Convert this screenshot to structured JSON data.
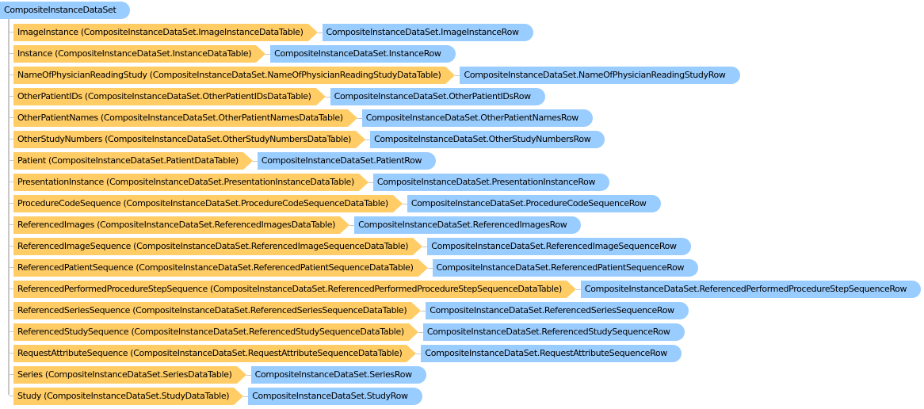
{
  "root": {
    "label": "CompositeInstanceDataSet"
  },
  "colors": {
    "table": "#ffcc66",
    "row": "#99ccff",
    "connector": "#c8c8c8"
  },
  "items": [
    {
      "table": "ImageInstance (CompositeInstanceDataSet.ImageInstanceDataTable)",
      "row": "CompositeInstanceDataSet.ImageInstanceRow"
    },
    {
      "table": "Instance (CompositeInstanceDataSet.InstanceDataTable)",
      "row": "CompositeInstanceDataSet.InstanceRow"
    },
    {
      "table": "NameOfPhysicianReadingStudy (CompositeInstanceDataSet.NameOfPhysicianReadingStudyDataTable)",
      "row": "CompositeInstanceDataSet.NameOfPhysicianReadingStudyRow"
    },
    {
      "table": "OtherPatientIDs (CompositeInstanceDataSet.OtherPatientIDsDataTable)",
      "row": "CompositeInstanceDataSet.OtherPatientIDsRow"
    },
    {
      "table": "OtherPatientNames (CompositeInstanceDataSet.OtherPatientNamesDataTable)",
      "row": "CompositeInstanceDataSet.OtherPatientNamesRow"
    },
    {
      "table": "OtherStudyNumbers (CompositeInstanceDataSet.OtherStudyNumbersDataTable)",
      "row": "CompositeInstanceDataSet.OtherStudyNumbersRow"
    },
    {
      "table": "Patient (CompositeInstanceDataSet.PatientDataTable)",
      "row": "CompositeInstanceDataSet.PatientRow"
    },
    {
      "table": "PresentationInstance (CompositeInstanceDataSet.PresentationInstanceDataTable)",
      "row": "CompositeInstanceDataSet.PresentationInstanceRow"
    },
    {
      "table": "ProcedureCodeSequence (CompositeInstanceDataSet.ProcedureCodeSequenceDataTable)",
      "row": "CompositeInstanceDataSet.ProcedureCodeSequenceRow"
    },
    {
      "table": "ReferencedImages (CompositeInstanceDataSet.ReferencedImagesDataTable)",
      "row": "CompositeInstanceDataSet.ReferencedImagesRow"
    },
    {
      "table": "ReferencedImageSequence (CompositeInstanceDataSet.ReferencedImageSequenceDataTable)",
      "row": "CompositeInstanceDataSet.ReferencedImageSequenceRow"
    },
    {
      "table": "ReferencedPatientSequence (CompositeInstanceDataSet.ReferencedPatientSequenceDataTable)",
      "row": "CompositeInstanceDataSet.ReferencedPatientSequenceRow"
    },
    {
      "table": "ReferencedPerformedProcedureStepSequence (CompositeInstanceDataSet.ReferencedPerformedProcedureStepSequenceDataTable)",
      "row": "CompositeInstanceDataSet.ReferencedPerformedProcedureStepSequenceRow"
    },
    {
      "table": "ReferencedSeriesSequence (CompositeInstanceDataSet.ReferencedSeriesSequenceDataTable)",
      "row": "CompositeInstanceDataSet.ReferencedSeriesSequenceRow"
    },
    {
      "table": "ReferencedStudySequence (CompositeInstanceDataSet.ReferencedStudySequenceDataTable)",
      "row": "CompositeInstanceDataSet.ReferencedStudySequenceRow"
    },
    {
      "table": "RequestAttributeSequence (CompositeInstanceDataSet.RequestAttributeSequenceDataTable)",
      "row": "CompositeInstanceDataSet.RequestAttributeSequenceRow"
    },
    {
      "table": "Series (CompositeInstanceDataSet.SeriesDataTable)",
      "row": "CompositeInstanceDataSet.SeriesRow"
    },
    {
      "table": "Study (CompositeInstanceDataSet.StudyDataTable)",
      "row": "CompositeInstanceDataSet.StudyRow"
    }
  ]
}
